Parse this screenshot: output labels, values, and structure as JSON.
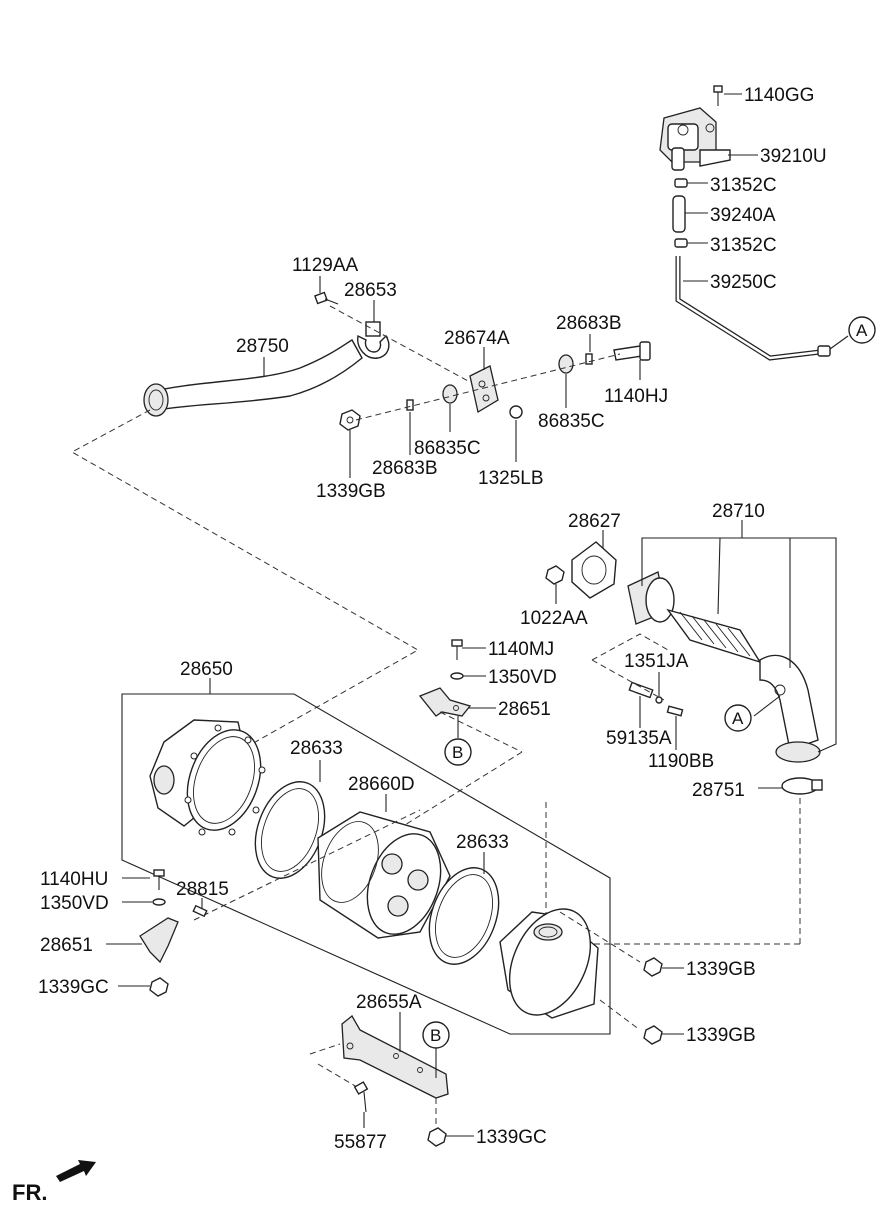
{
  "labels": {
    "p1140GG": "1140GG",
    "p39210U": "39210U",
    "p31352C_a": "31352C",
    "p39240A": "39240A",
    "p31352C_b": "31352C",
    "p39250C": "39250C",
    "p1129AA": "1129AA",
    "p28653": "28653",
    "p28750": "28750",
    "p28674A": "28674A",
    "p28683B_a": "28683B",
    "p1140HJ": "1140HJ",
    "p86835C_a": "86835C",
    "p86835C_b": "86835C",
    "p28683B_b": "28683B",
    "p1339GB_a": "1339GB",
    "p1325LB": "1325LB",
    "p28627": "28627",
    "p28710": "28710",
    "p1022AA": "1022AA",
    "p1140MJ": "1140MJ",
    "p1350VD_a": "1350VD",
    "p28650": "28650",
    "p1351JA": "1351JA",
    "p28651_a": "28651",
    "p59135A": "59135A",
    "p1190BB": "1190BB",
    "p28633_a": "28633",
    "p28751": "28751",
    "p28660D": "28660D",
    "p28633_b": "28633",
    "p1140HU": "1140HU",
    "p28815": "28815",
    "p1350VD_b": "1350VD",
    "p28651_b": "28651",
    "p1339GB_b": "1339GB",
    "p1339GC_a": "1339GC",
    "p1339GB_c": "1339GB",
    "p28655A": "28655A",
    "p55877": "55877",
    "p1339GC_b": "1339GC"
  },
  "refs": {
    "a1": "A",
    "a2": "A",
    "b1": "B",
    "b2": "B"
  },
  "direction": {
    "label": "FR."
  }
}
